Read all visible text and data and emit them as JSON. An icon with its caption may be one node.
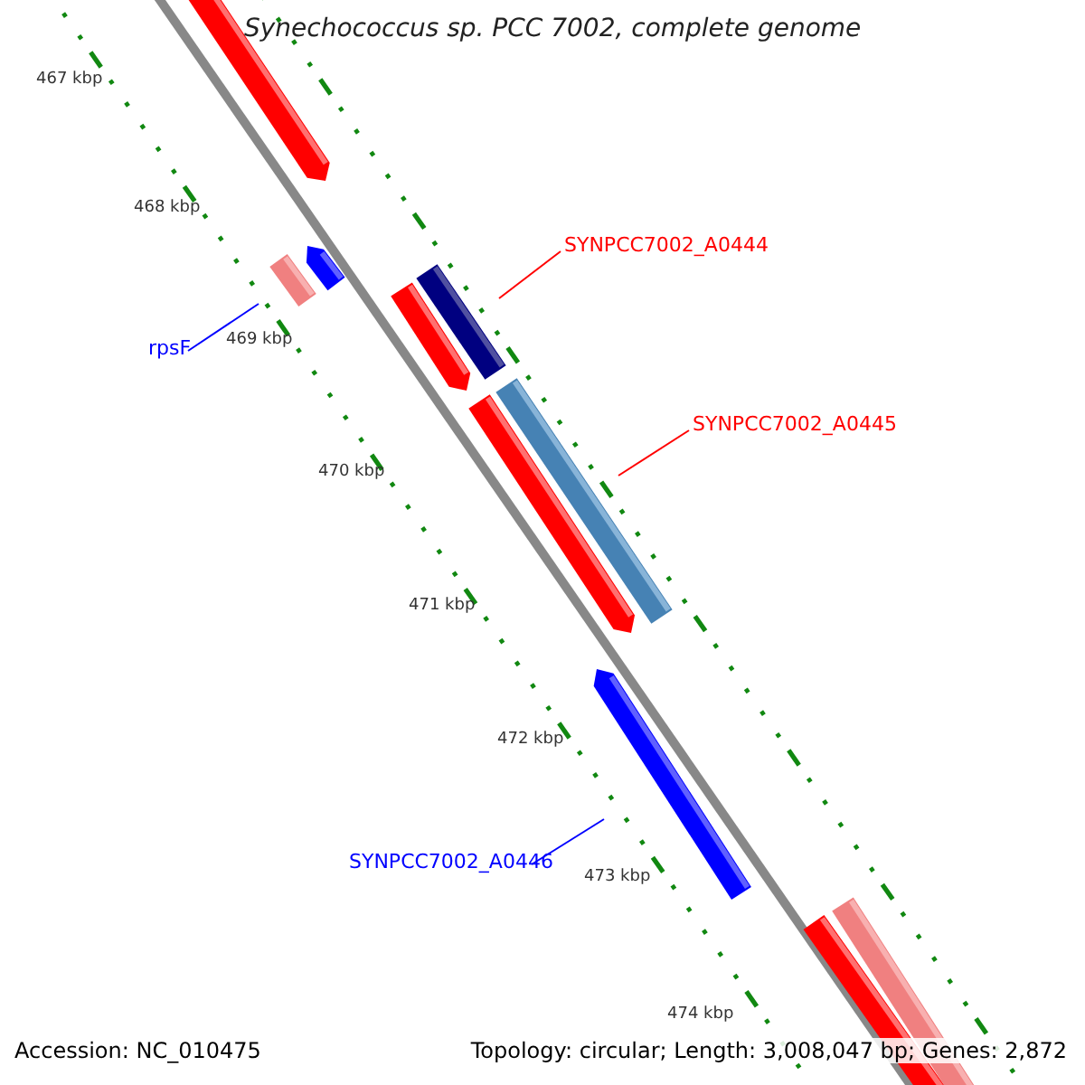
{
  "diagram": {
    "title": "Synechococcus sp. PCC 7002, complete genome",
    "nodes": [
      {
        "text": [
          "SYNPCC7002_A0444"
        ]
      },
      {
        "text": [],
        "shape": "bar"
      },
      {
        "text": [
          "SYNPCC7002_A0445"
        ]
      },
      {
        "text": [],
        "shape": "bar"
      },
      {
        "text": [
          "rpsF"
        ]
      },
      {
        "text": [],
        "shape": "bar"
      },
      {
        "text": [
          "SYNPCC7002_A0446"
        ]
      },
      {
        "text": [],
        "shape": "bar"
      }
    ],
    "edges": [
      {
        "from": 0,
        "to": 1,
        "arrow": "none"
      },
      {
        "from": 2,
        "to": 3,
        "arrow": "none"
      },
      {
        "from": 4,
        "to": 5,
        "arrow": "none",
        "color": "#0000ff"
      },
      {
        "from": 6,
        "to": 7,
        "arrow": "none",
        "color": "#0000ff"
      }
    ],
    "labels": [
      "467 kbp",
      "468 kbp",
      "469 kbp",
      "470 kbp",
      "471 kbp",
      "472 kbp",
      "473 kbp",
      "474 kbp",
      "Accession: NC_010475",
      "Topology: circular; Length: 3,008,047 bp; Genes: 2,872"
    ]
  }
}
